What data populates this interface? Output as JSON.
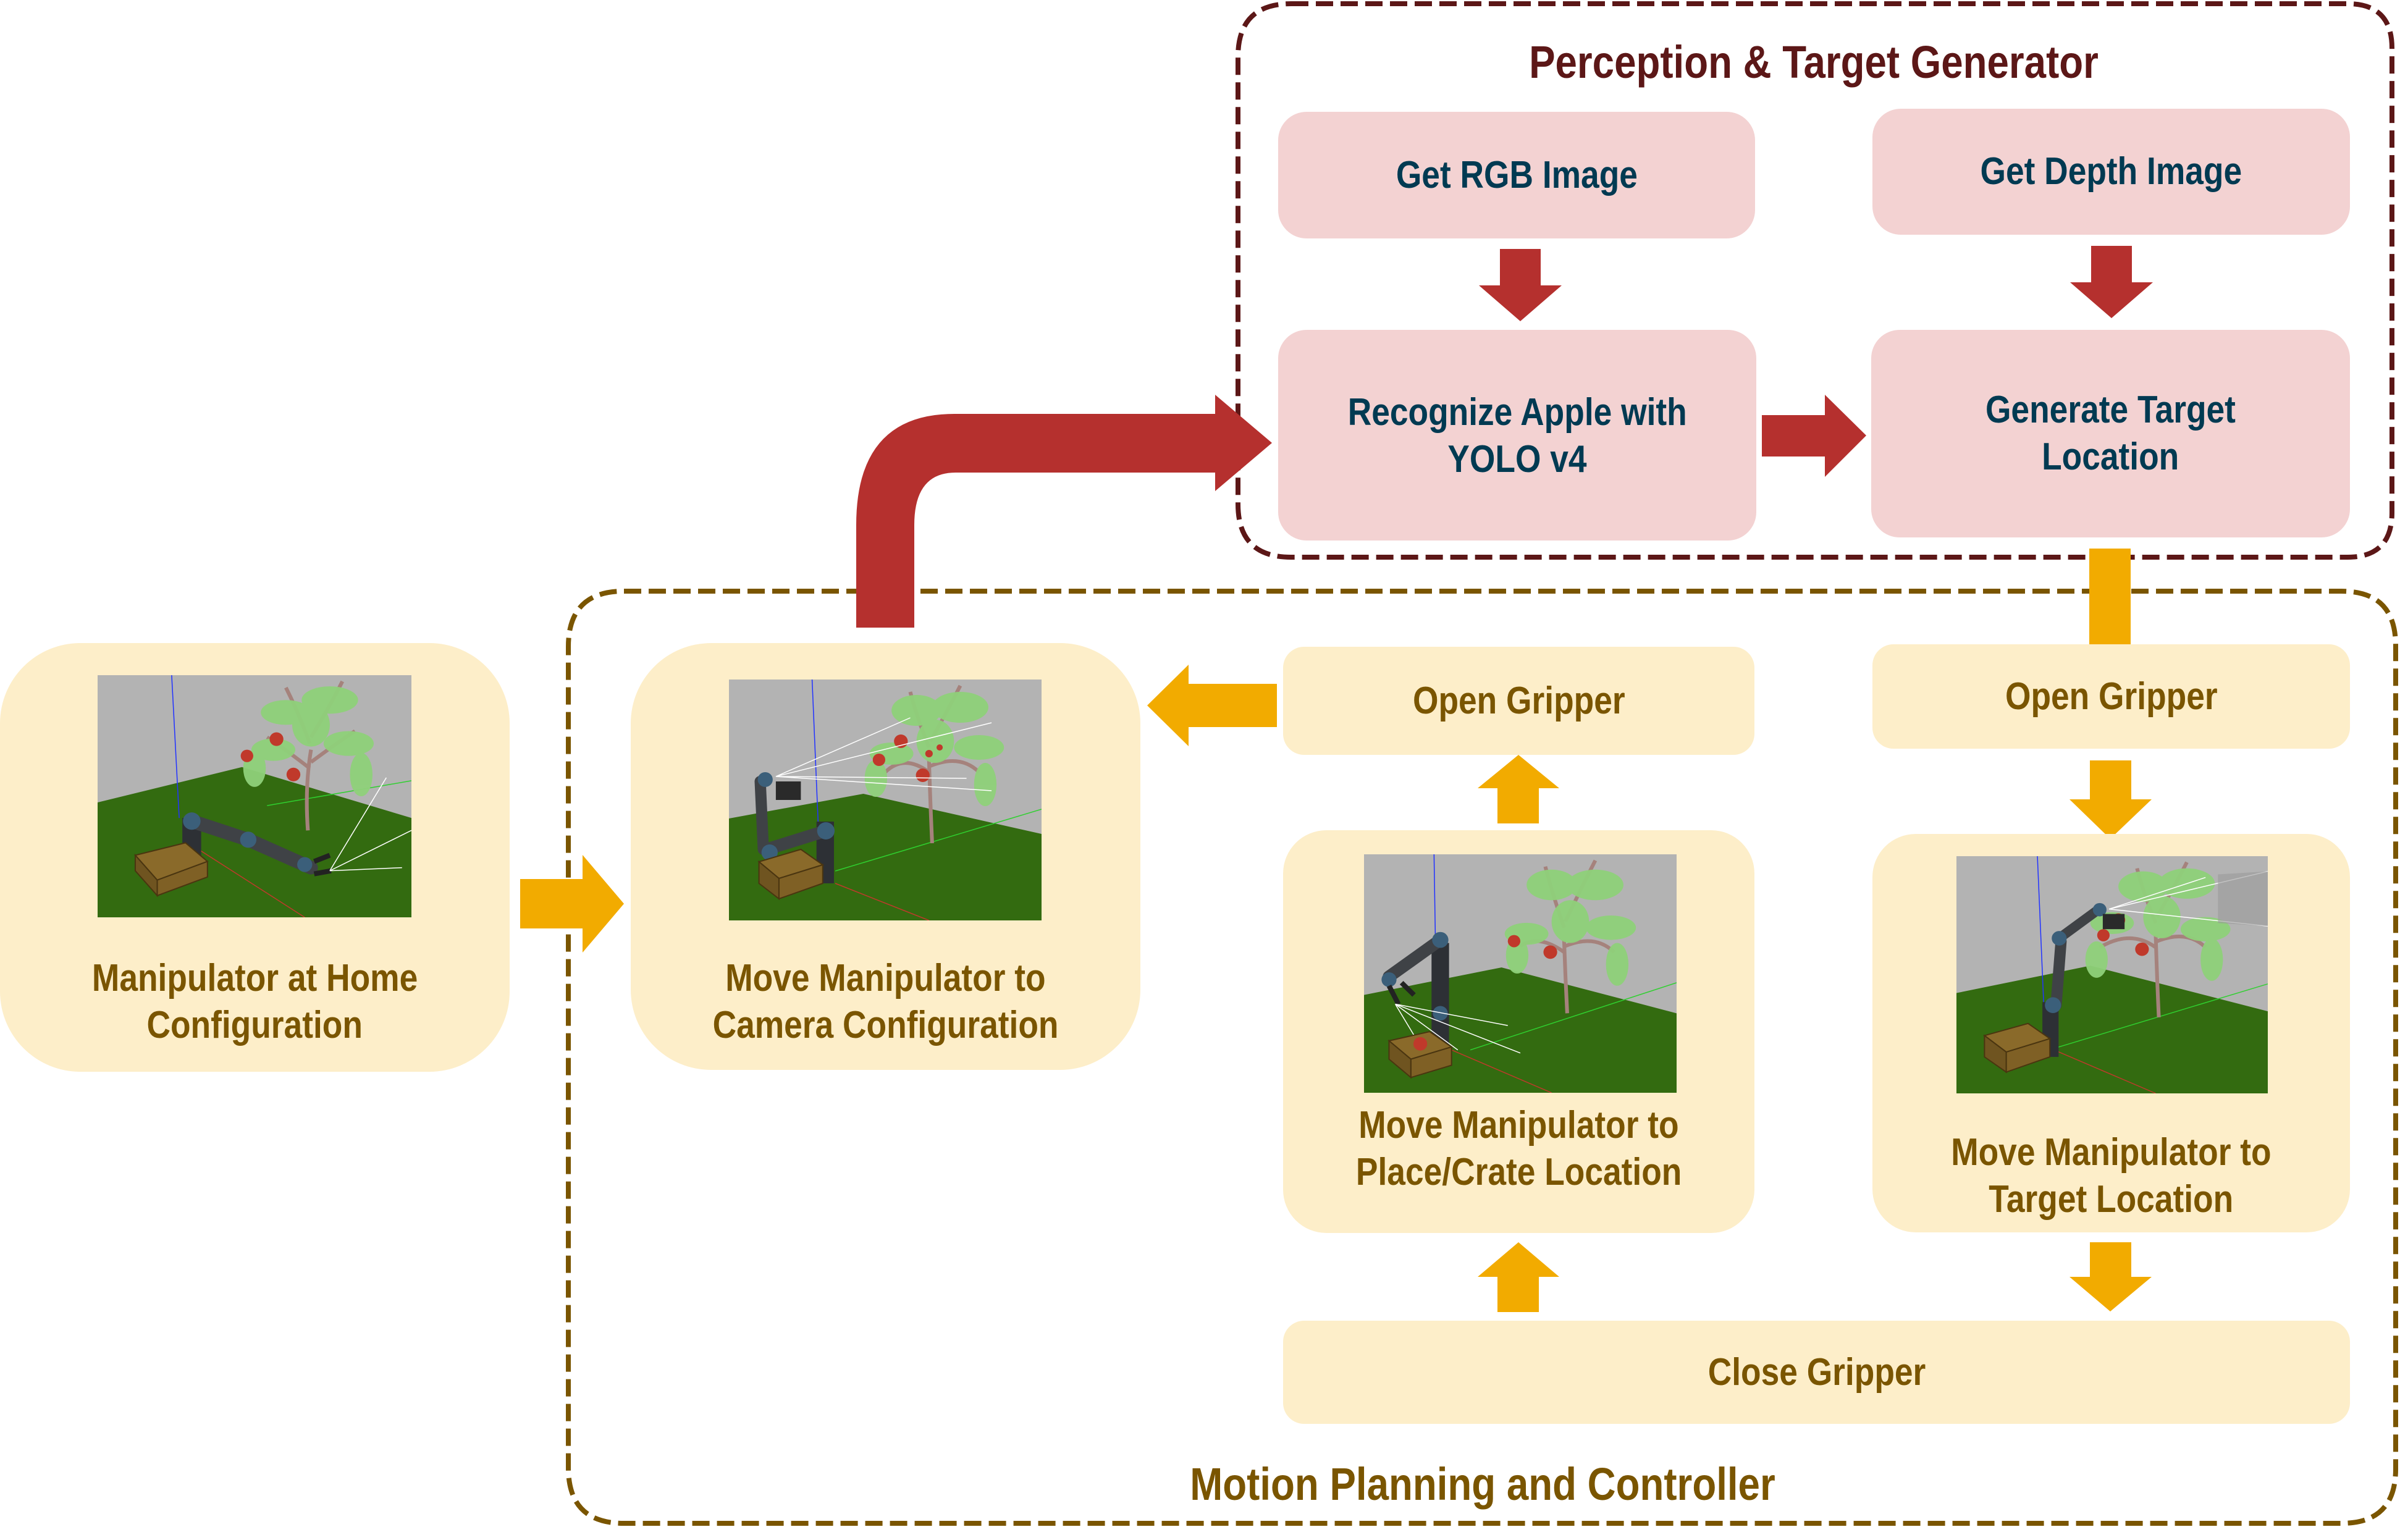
{
  "colors": {
    "perception_border": "#5c1717",
    "perception_box_fill": "#f3d2d2",
    "perception_text": "#003a52",
    "perception_arrow": "#b5302e",
    "motion_border": "#7a5500",
    "motion_box_fill": "#fdeec9",
    "motion_text": "#7a5500",
    "motion_arrow": "#f2ab00"
  },
  "perception": {
    "title": "Perception & Target Generator",
    "get_rgb": "Get RGB Image",
    "get_depth": "Get Depth Image",
    "recognize": [
      "Recognize Apple with",
      "YOLO v4"
    ],
    "generate": [
      "Generate Target",
      "Location"
    ]
  },
  "motion": {
    "title": "Motion Planning and Controller",
    "camera_config": [
      "Move Manipulator to",
      "Camera Configuration"
    ],
    "open_gripper_left": "Open Gripper",
    "open_gripper_right": "Open Gripper",
    "place_location": [
      "Move Manipulator to",
      "Place/Crate Location"
    ],
    "target_location": [
      "Move Manipulator to",
      "Target Location"
    ],
    "close_gripper": "Close Gripper"
  },
  "home": {
    "label": [
      "Manipulator at Home",
      "Configuration"
    ]
  },
  "scenes": {
    "home": "robot arm extended horizontally at home pose beside crate, apple tree in background",
    "camera": "robot arm raised with camera viewing the apple tree",
    "place": "robot arm over crate releasing an apple",
    "target": "robot arm reaching an apple on the tree"
  }
}
